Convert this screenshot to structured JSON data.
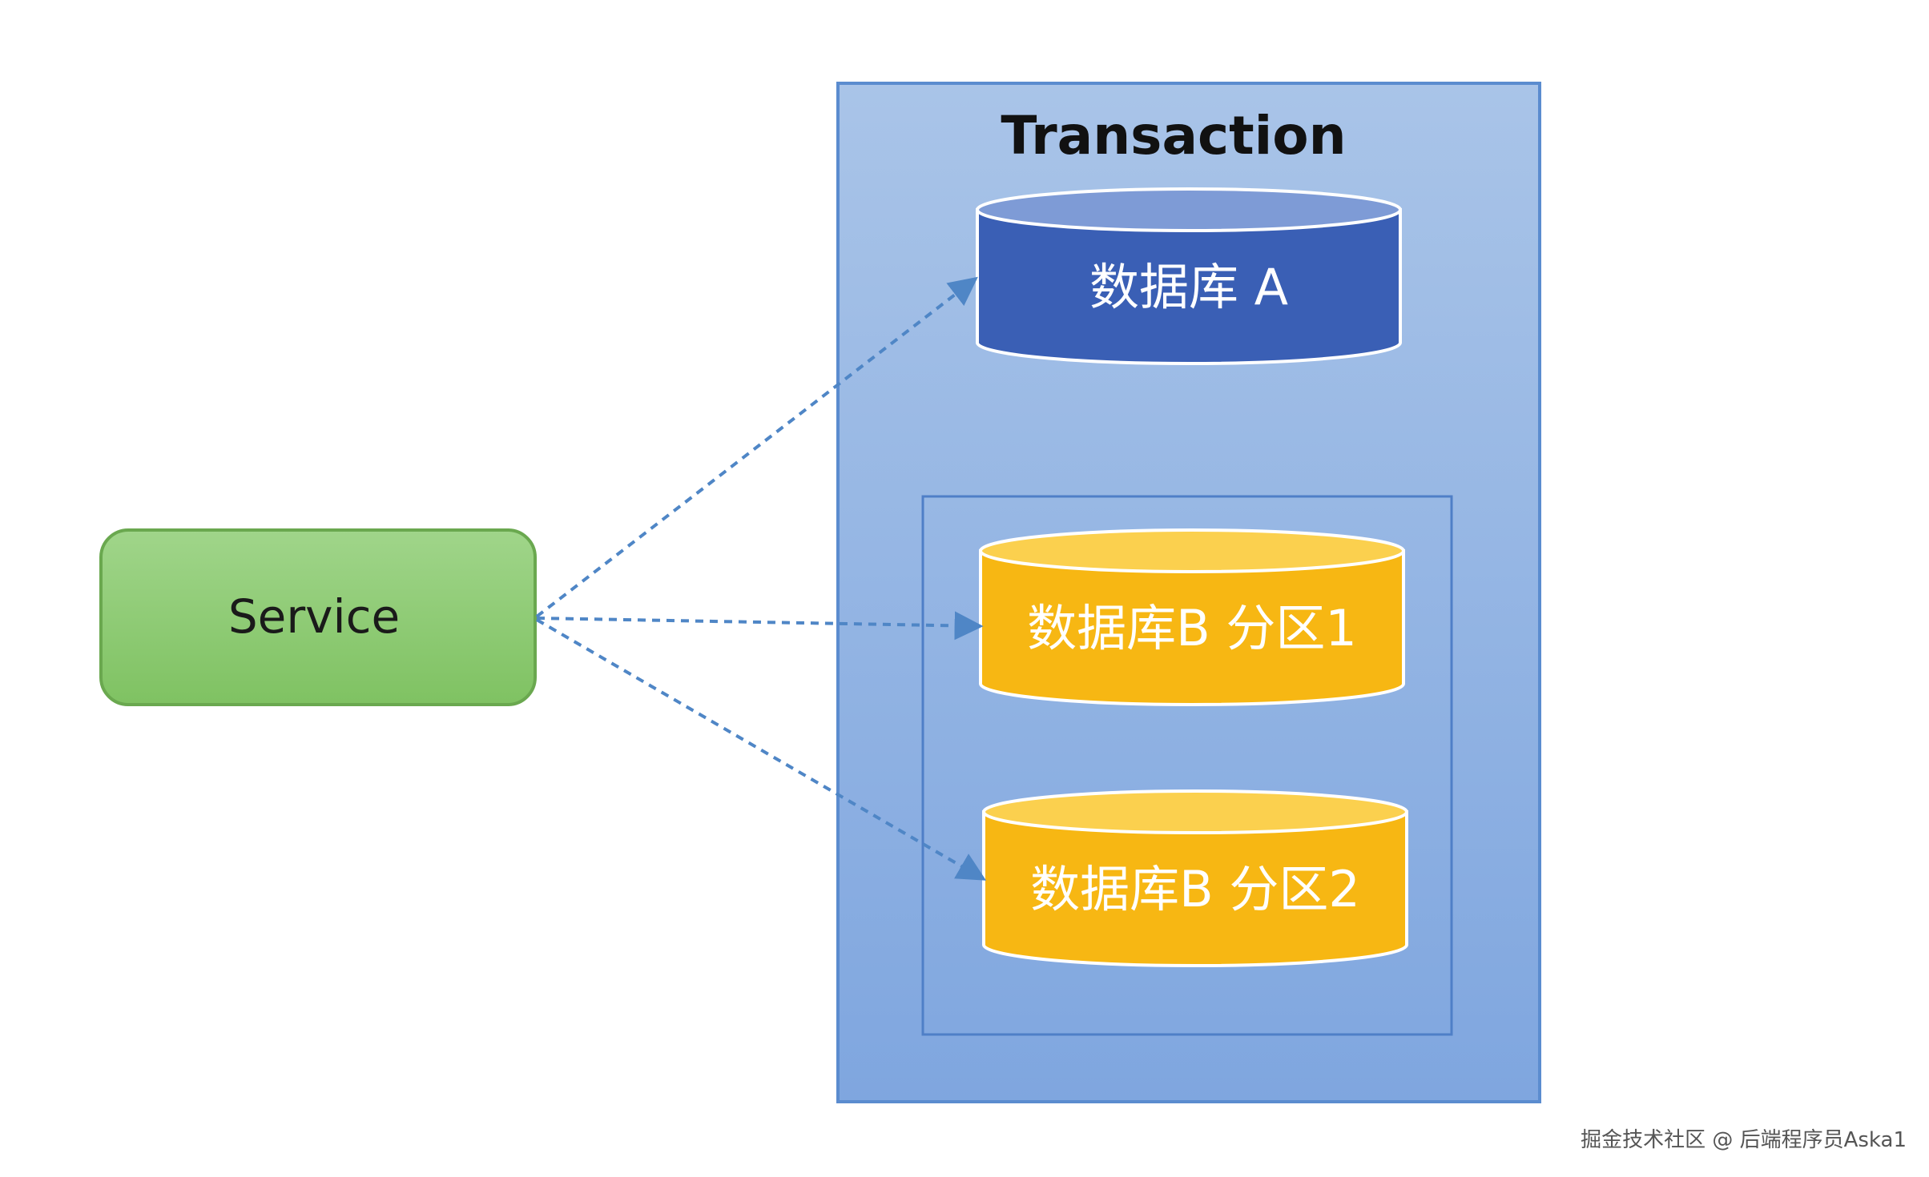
{
  "transaction": {
    "title": "Transaction"
  },
  "service": {
    "label": "Service"
  },
  "databases": {
    "db_a": {
      "label": "数据库 A"
    },
    "db_b1": {
      "label": "数据库B 分区1"
    },
    "db_b2": {
      "label": "数据库B 分区2"
    }
  },
  "watermark": {
    "text": "掘金技术社区 @ 后端程序员Aska1"
  },
  "colors": {
    "transaction_fill": "#9dbbe3",
    "transaction_border": "#5b8ccf",
    "service_fill": "#8fcc76",
    "service_border": "#6aa84f",
    "db_a_fill": "#3a5fb5",
    "db_a_top": "#7e9bd6",
    "db_b_fill": "#f7b713",
    "db_b_top": "#fbd04e",
    "arrow": "#4f86c6"
  }
}
